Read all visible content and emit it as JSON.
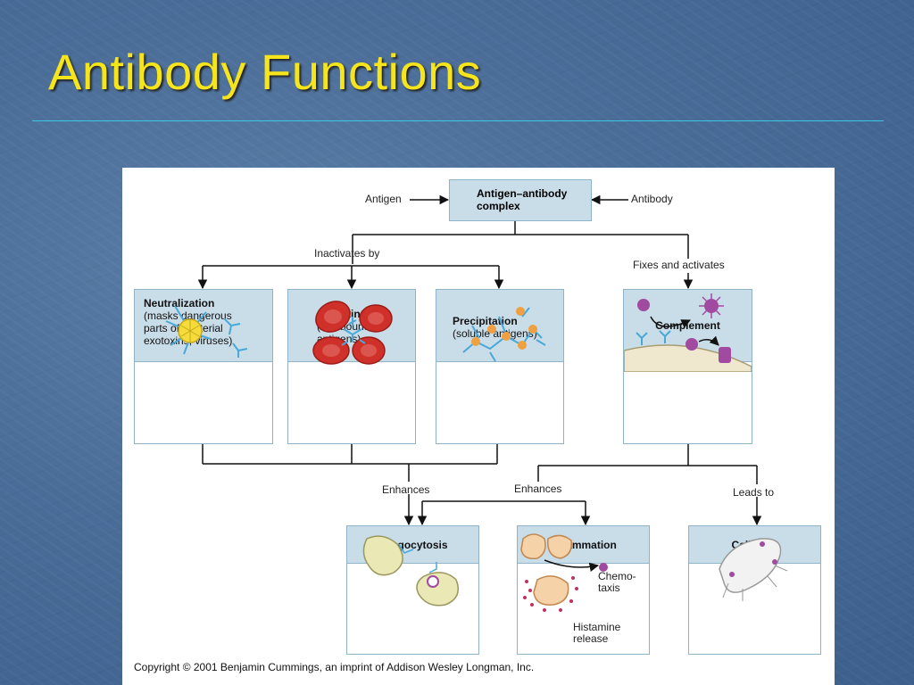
{
  "slide": {
    "title": "Antibody Functions"
  },
  "diagram": {
    "top": {
      "left_input": "Antigen",
      "complex_line1": "Antigen–antibody",
      "complex_line2": "complex",
      "right_input": "Antibody"
    },
    "edges": {
      "inactivates": "Inactivates by",
      "fixes": "Fixes and activates",
      "enhances1": "Enhances",
      "enhances2": "Enhances",
      "leads": "Leads to"
    },
    "boxes": {
      "neutralization": {
        "title": "Neutralization",
        "desc": [
          "(masks dangerous",
          "parts of bacterial",
          "exotoxins; viruses)"
        ]
      },
      "agglutination": {
        "title": "Agglutination",
        "desc": [
          "(cell-bound",
          "antigens)"
        ]
      },
      "precipitation": {
        "title": "Precipitation",
        "desc": [
          "(soluble antigens)"
        ]
      },
      "complement": {
        "title": "Complement"
      },
      "phagocytosis": {
        "title": "Phagocytosis"
      },
      "inflammation": {
        "title": "Inflammation",
        "chemo1": "Chemo-",
        "chemo2": "taxis",
        "hist1": "Histamine",
        "hist2": "release"
      },
      "cell_lysis": {
        "title": "Cell lysis"
      }
    },
    "copyright": "Copyright © 2001 Benjamin Cummings, an imprint of Addison Wesley Longman, Inc."
  },
  "colors": {
    "title": "#f5e51a",
    "box_header": "#c9dde9",
    "antibody": "#4aa8d8",
    "complement": "#a04aa0",
    "rbc": "#d0302a",
    "antigen": "#f0a040"
  }
}
